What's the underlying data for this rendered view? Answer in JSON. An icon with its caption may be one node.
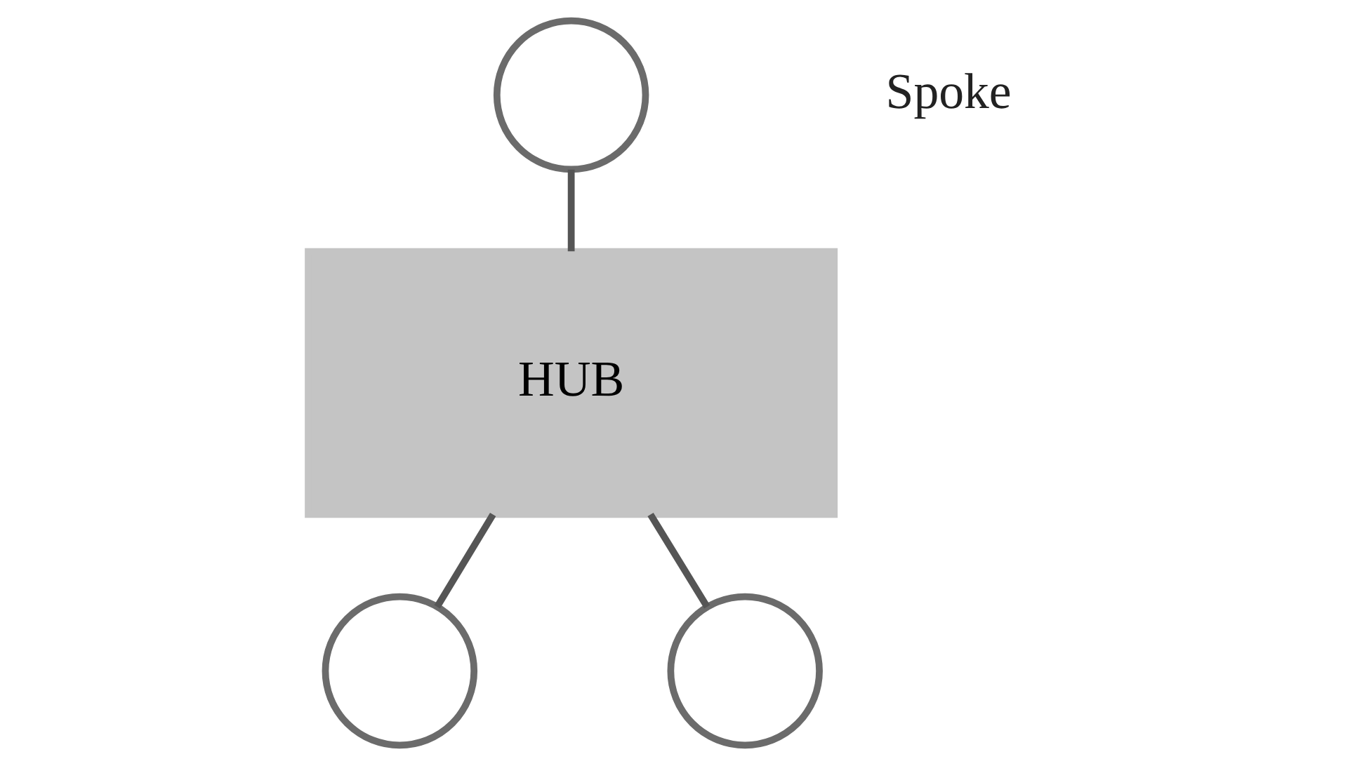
{
  "diagram": {
    "nodes": [
      {
        "text": [],
        "shape": "circle"
      },
      {
        "text": [
          "HUB"
        ]
      },
      {
        "text": [],
        "shape": "circle"
      },
      {
        "text": [],
        "shape": "circle"
      }
    ],
    "edges": [
      {
        "from": 0,
        "to": 1,
        "arrow": "none"
      },
      {
        "from": 1,
        "to": 2,
        "arrow": "none"
      },
      {
        "from": 1,
        "to": 3,
        "arrow": "none"
      }
    ],
    "labels": [
      "Spoke"
    ]
  }
}
